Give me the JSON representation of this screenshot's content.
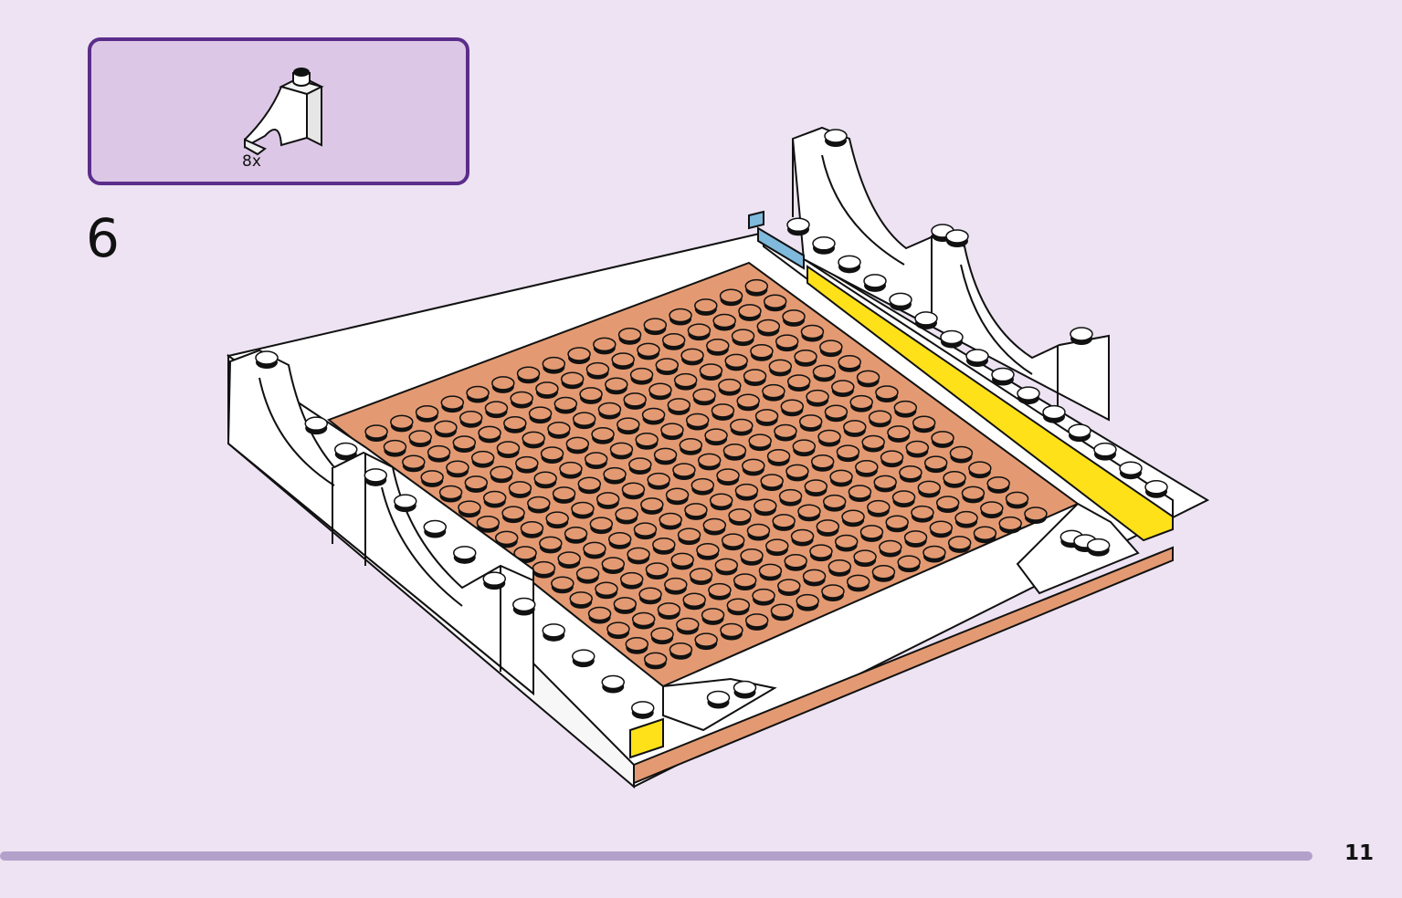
{
  "callout": {
    "part": "white-arch-brick-icon",
    "quantity": "8x"
  },
  "step": {
    "number": "6"
  },
  "model": {
    "icon": "lego-baseplate-with-white-arches-illustration"
  },
  "colors": {
    "background": "#ede3f2",
    "callout_fill": "#dcc8e6",
    "callout_border": "#5b2d8a",
    "baseplate": "#e39a72",
    "white_brick": "#ffffff",
    "yellow_tile": "#ffe11a",
    "blue_tile": "#7fb9dc",
    "progress": "#b3a0cb"
  },
  "footer": {
    "page_number": "11"
  }
}
